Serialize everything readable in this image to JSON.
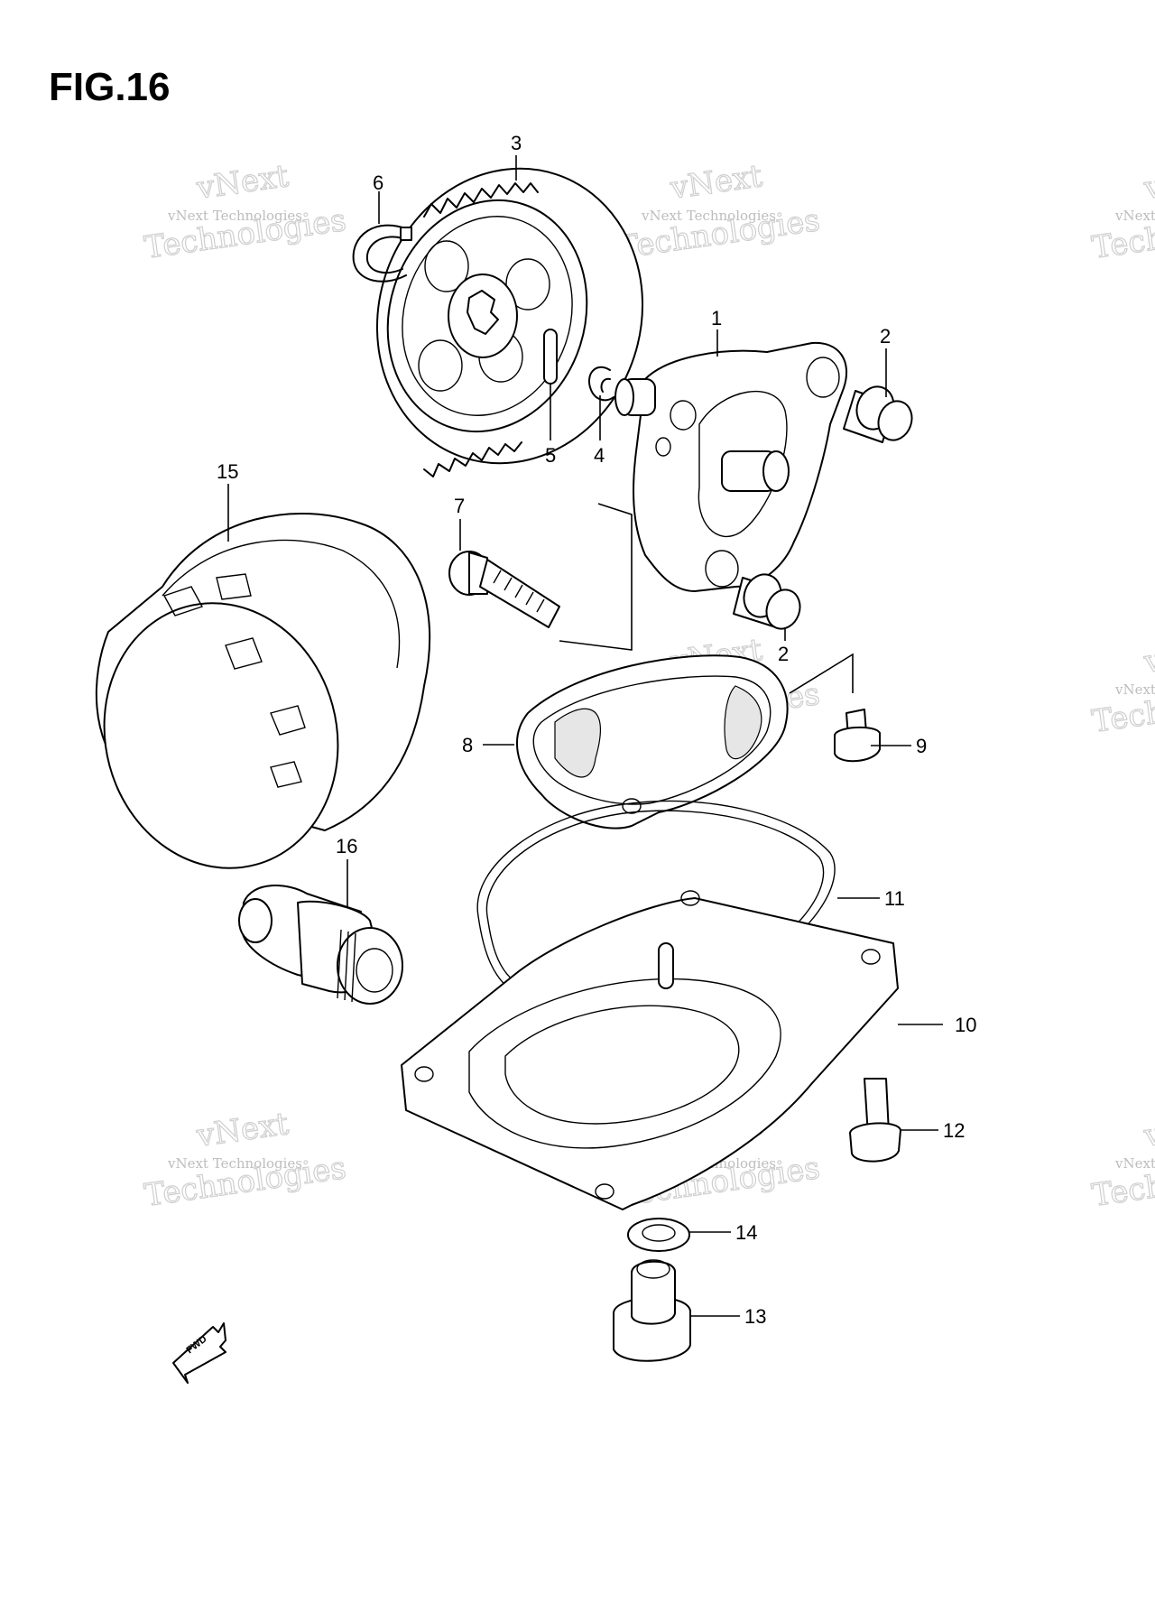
{
  "figure": {
    "title": "FIG.16"
  },
  "watermark": {
    "line1": "vNext",
    "line2": "vNext Technologies",
    "line3": "Technologies"
  },
  "fwd_label": "FWD",
  "callouts": [
    {
      "id": "1",
      "label": "1"
    },
    {
      "id": "2a",
      "label": "2"
    },
    {
      "id": "2b",
      "label": "2"
    },
    {
      "id": "3",
      "label": "3"
    },
    {
      "id": "4",
      "label": "4"
    },
    {
      "id": "5",
      "label": "5"
    },
    {
      "id": "6",
      "label": "6"
    },
    {
      "id": "7",
      "label": "7"
    },
    {
      "id": "8",
      "label": "8"
    },
    {
      "id": "9",
      "label": "9"
    },
    {
      "id": "10",
      "label": "10"
    },
    {
      "id": "11",
      "label": "11"
    },
    {
      "id": "12",
      "label": "12"
    },
    {
      "id": "13",
      "label": "13"
    },
    {
      "id": "14",
      "label": "14"
    },
    {
      "id": "15",
      "label": "15"
    },
    {
      "id": "16",
      "label": "16"
    }
  ],
  "colors": {
    "line": "#000000",
    "watermark": "#c8c8c8",
    "background": "#ffffff"
  }
}
